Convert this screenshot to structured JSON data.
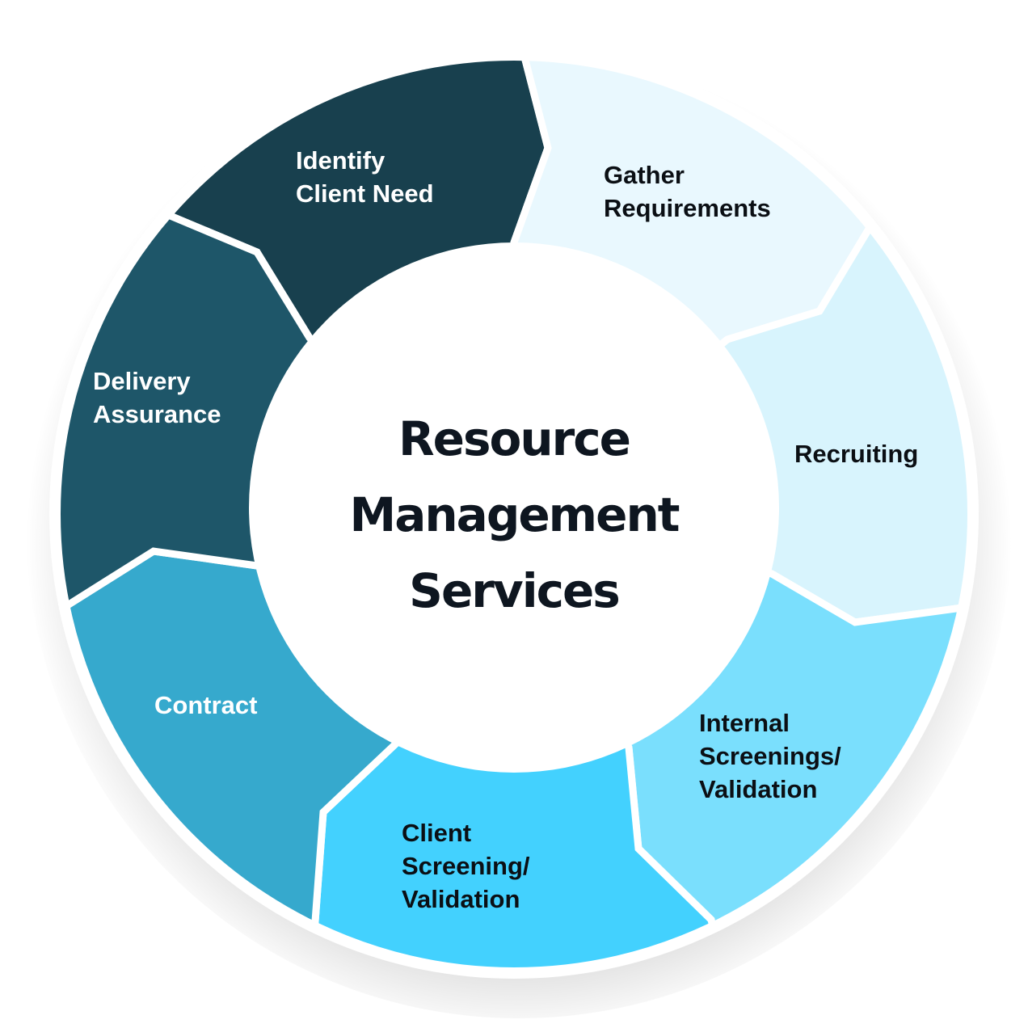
{
  "diagram": {
    "type": "cycle",
    "center_title": "Resource\nManagement\nServices",
    "steps": [
      {
        "label": "Identify\nClient Need",
        "color": "#18404e",
        "text_color": "light"
      },
      {
        "label": "Gather\nRequirements",
        "color": "#e9f8fe",
        "text_color": "dark"
      },
      {
        "label": "Recruiting",
        "color": "#d8f4fd",
        "text_color": "dark"
      },
      {
        "label": "Internal\nScreenings/\nValidation",
        "color": "#7adffd",
        "text_color": "dark"
      },
      {
        "label": "Client\nScreening/\nValidation",
        "color": "#43d1fe",
        "text_color": "dark"
      },
      {
        "label": "Contract",
        "color": "#36a9cd",
        "text_color": "light"
      },
      {
        "label": "Delivery\nAssurance",
        "color": "#1e5669",
        "text_color": "light"
      }
    ]
  }
}
